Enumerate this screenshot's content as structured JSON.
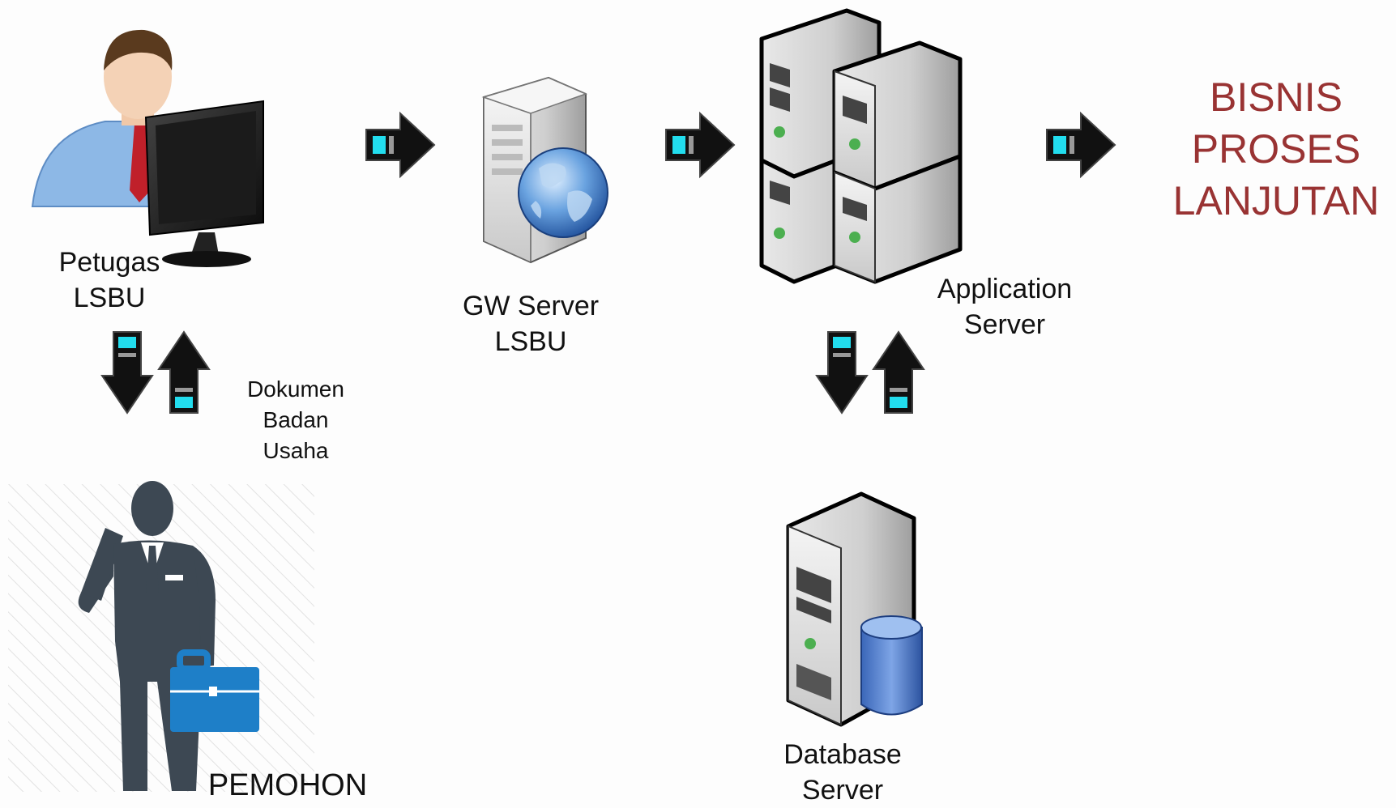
{
  "nodes": {
    "petugas": {
      "label": "Petugas\nLSBU",
      "icon": "person-at-computer-icon"
    },
    "gw_server": {
      "label": "GW Server\nLSBU",
      "icon": "web-server-globe-icon"
    },
    "app_server": {
      "label": "Application\nServer",
      "icon": "server-cluster-icon"
    },
    "db_server": {
      "label": "Database\nServer",
      "icon": "database-server-icon"
    },
    "pemohon": {
      "label": "PEMOHON",
      "icon": "businessman-briefcase-icon"
    },
    "bisnis": {
      "label": "BISNIS\nPROSES\nLANJUTAN"
    }
  },
  "edges": {
    "dokumen_label": "Dokumen\nBadan\nUsaha"
  },
  "colors": {
    "accent_text": "#993333",
    "arrow_fill": "#111111",
    "arrow_cyan": "#22ddee",
    "suit": "#3d4853",
    "briefcase": "#1e7fc8"
  }
}
